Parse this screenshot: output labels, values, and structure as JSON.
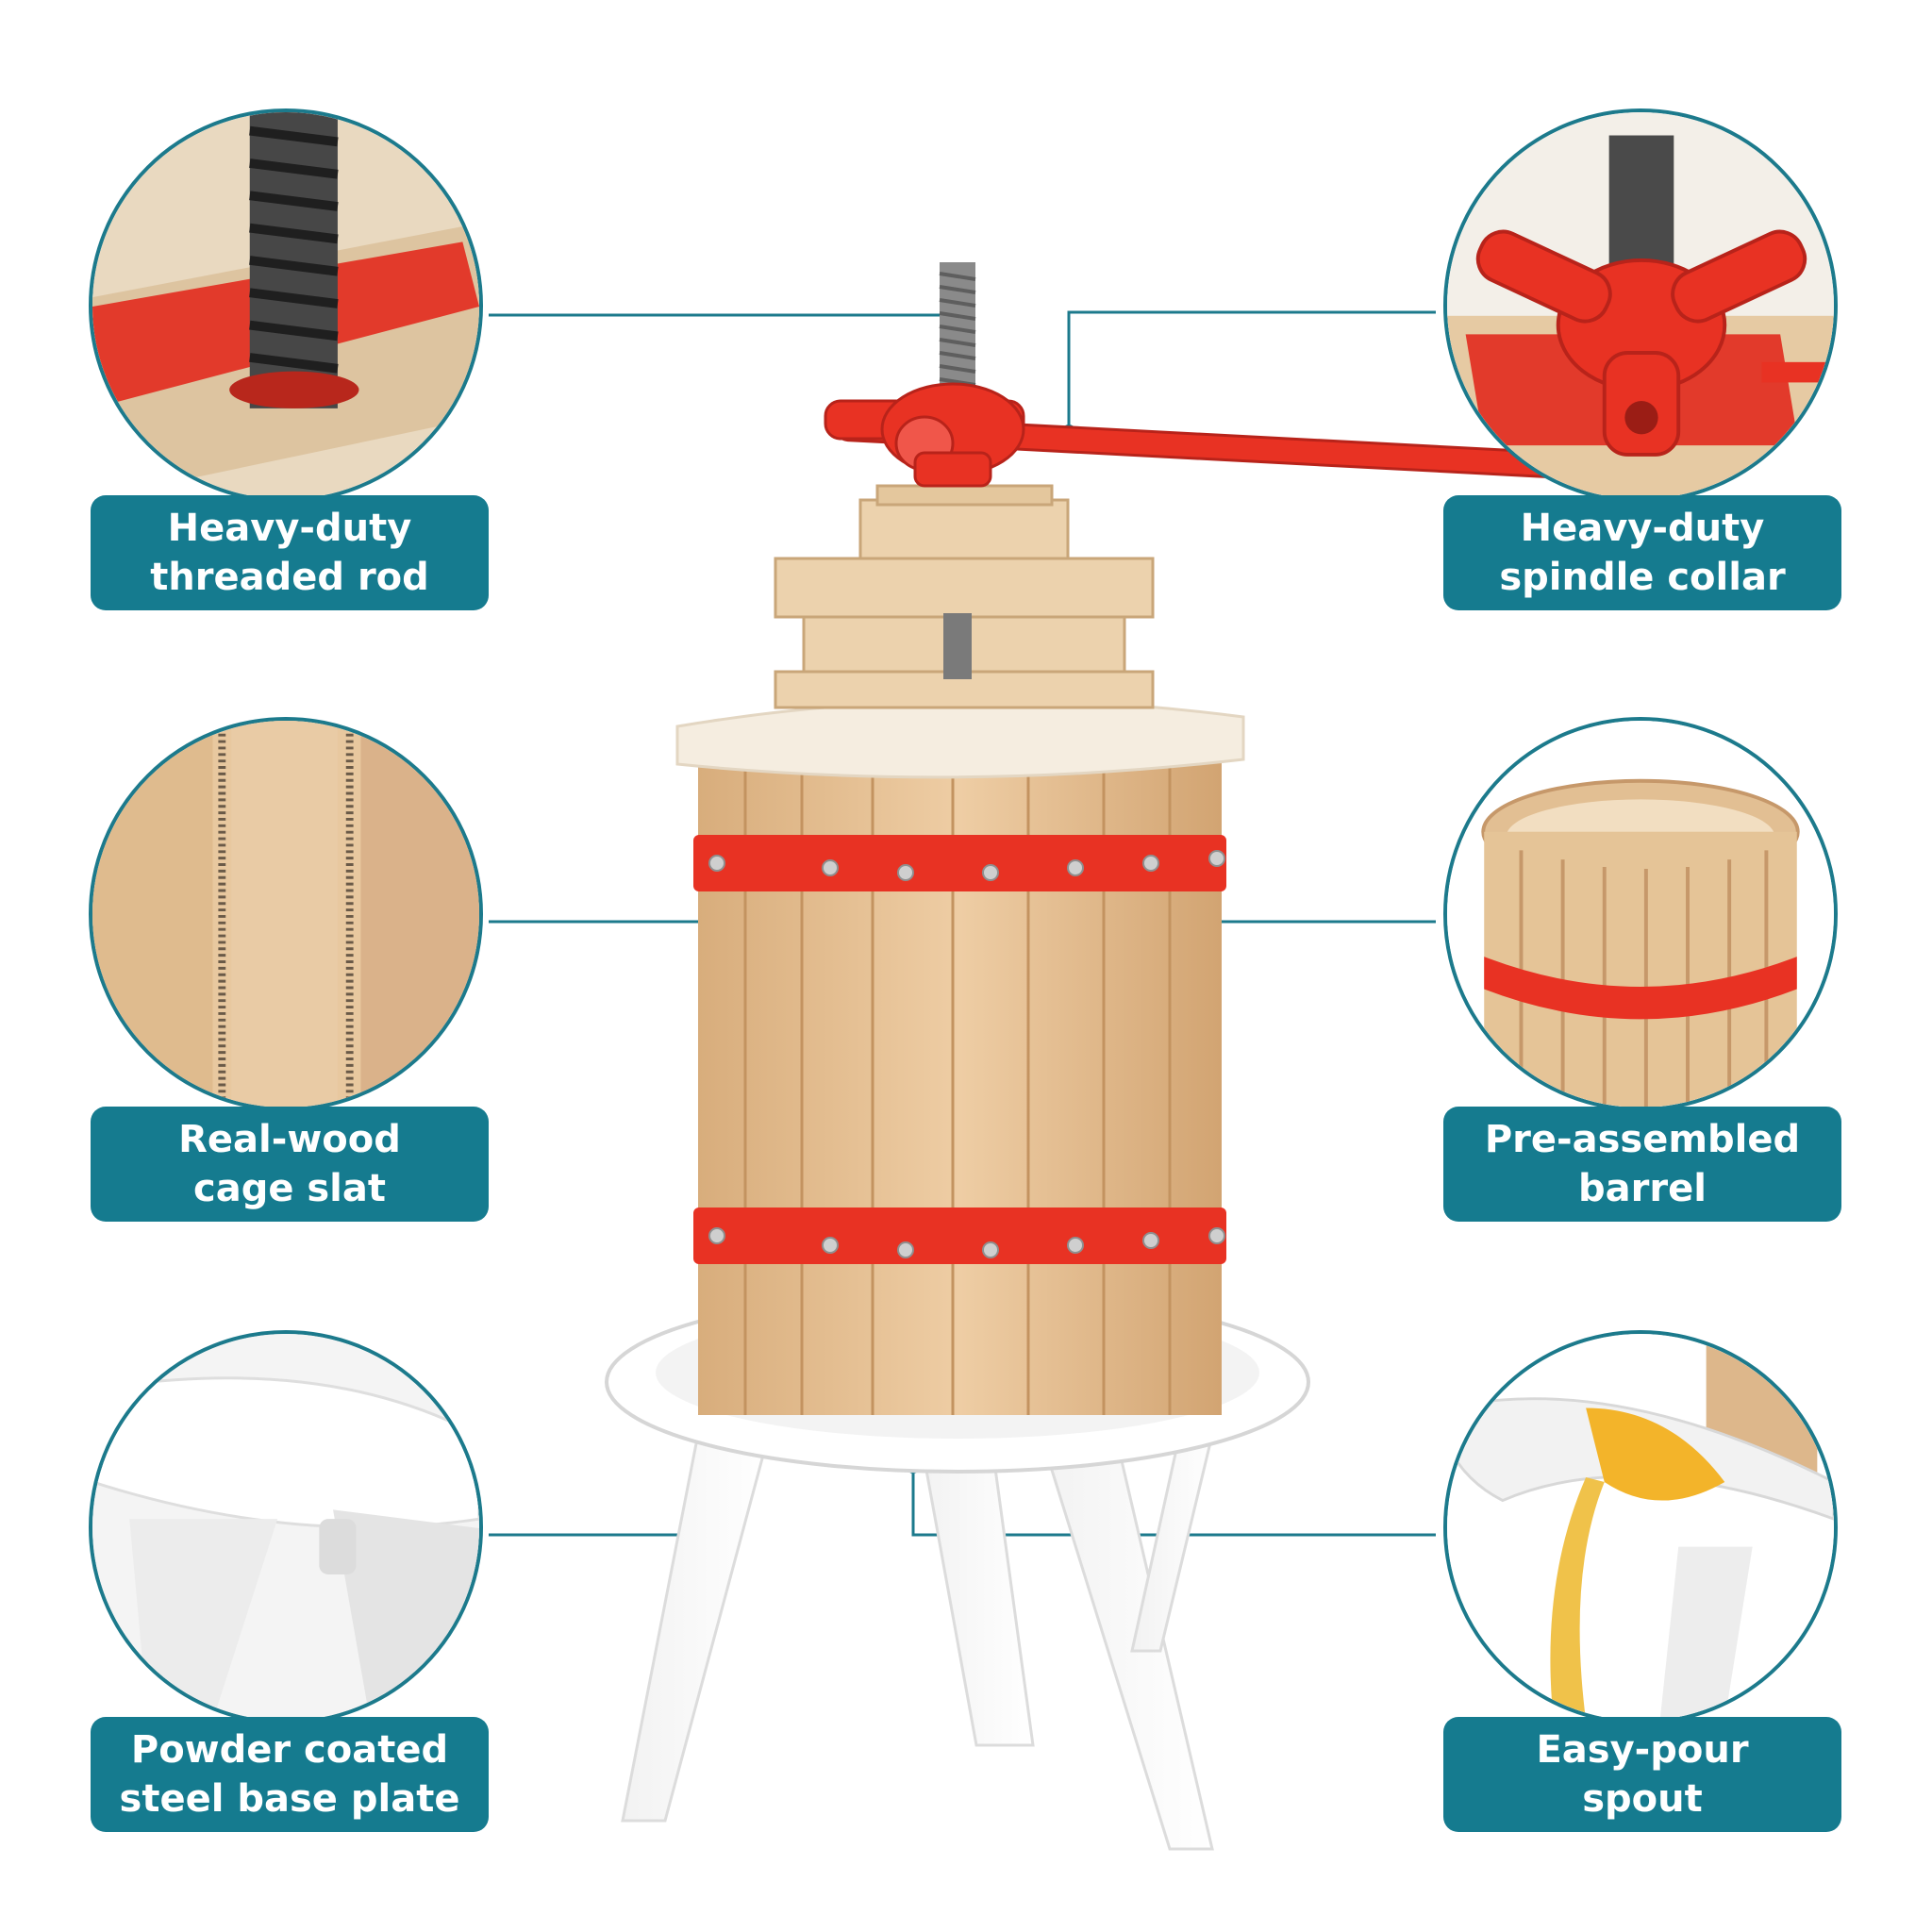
{
  "callouts": [
    {
      "id": "threaded-rod",
      "label": "Heavy-duty\nthreaded rod"
    },
    {
      "id": "spindle-collar",
      "label": "Heavy-duty\nspindle collar"
    },
    {
      "id": "cage-slat",
      "label": "Real-wood\ncage slat"
    },
    {
      "id": "barrel",
      "label": "Pre-assembled\nbarrel"
    },
    {
      "id": "base-plate",
      "label": "Powder coated\nsteel base plate"
    },
    {
      "id": "spout",
      "label": "Easy-pour\nspout"
    }
  ],
  "colors": {
    "label_bg": "#157b8f",
    "circle_border": "#1c7a8c",
    "wood": "#e6c49a",
    "wood_dark": "#c99b6a",
    "red": "#e83223",
    "steel": "#8a8a8a",
    "base": "#ffffff",
    "juice": "#f3b42a"
  },
  "icons": {
    "press": "fruit-press-illustration"
  }
}
